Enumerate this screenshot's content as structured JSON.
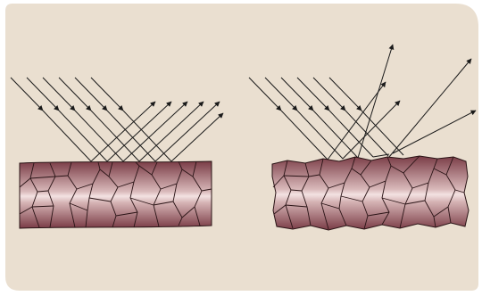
{
  "diagram": {
    "background_color": "#eadfd0",
    "frame_color": "#ffffff",
    "ray_color": "#1a1a1a",
    "fiber_dark_color": "#7a3c46",
    "fiber_light_color": "#f3e2e2",
    "fiber_crack_color": "#2a1416",
    "panels": [
      {
        "name": "smooth-surface",
        "reflection": "specular",
        "incoming_rays": 6,
        "reflected_rays": 6
      },
      {
        "name": "rough-surface",
        "reflection": "diffuse",
        "incoming_rays": 6,
        "reflected_rays": 6
      }
    ]
  }
}
